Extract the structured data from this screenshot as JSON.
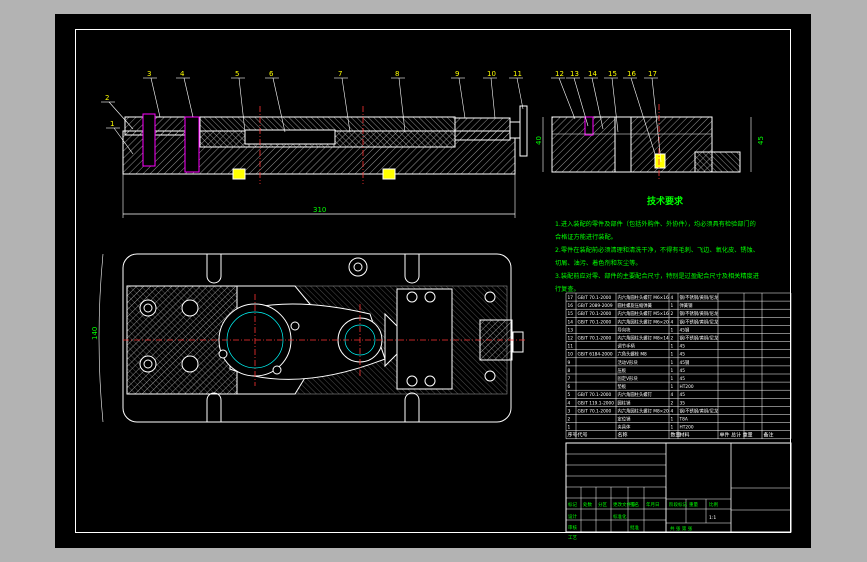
{
  "drawing": {
    "dimensions": {
      "length_top": "310",
      "width_plan": "140",
      "height_side": "40",
      "height_side_right": "45"
    },
    "balloons_left": [
      "1",
      "2",
      "3",
      "4",
      "5",
      "6",
      "7",
      "8",
      "9",
      "10",
      "11"
    ],
    "balloons_right": [
      "12",
      "13",
      "14",
      "15",
      "16",
      "17"
    ]
  },
  "notes": {
    "title": "技术要求",
    "lines": [
      "1.进入装配的零件及部件（包括外购件、外协件），均必须具有检验部门的",
      "合格证方能进行装配。",
      "2.零件在装配前必须清理和清洗干净，不得有毛刺、飞边、氧化皮、锈蚀、",
      "切屑、油污、着色剂和灰尘等。",
      "3.装配前应对零、部件的主要配合尺寸，特别是过盈配合尺寸及相关精度进",
      "行复查。"
    ]
  },
  "bom": {
    "rows": [
      [
        "17",
        "GB/T 70.1-2000",
        "内六角圆柱头螺钉 M6×16",
        "4",
        "钢/不锈钢/黄铜/尼龙",
        "",
        ""
      ],
      [
        "16",
        "GB/T 2089-2009",
        "圆柱螺旋压缩弹簧",
        "1",
        "弹簧钢",
        "",
        ""
      ],
      [
        "15",
        "GB/T 70.1-2000",
        "内六角圆柱头螺钉 M5×16",
        "2",
        "钢/不锈钢/黄铜/尼龙",
        "",
        ""
      ],
      [
        "14",
        "GB/T 70.1-2000",
        "内六角圆柱头螺钉 M6×20",
        "4",
        "钢/不锈钢/黄铜/尼龙",
        "",
        ""
      ],
      [
        "13",
        "",
        "导向块",
        "1",
        "45钢",
        "",
        ""
      ],
      [
        "12",
        "GB/T 70.1-2000",
        "内六角圆柱头螺钉 M8×14",
        "2",
        "钢/不锈钢/黄铜/尼龙",
        "",
        ""
      ],
      [
        "11",
        "",
        "调节手柄",
        "1",
        "45",
        "",
        ""
      ],
      [
        "10",
        "GB/T 6184-2000",
        "六角头螺栓 M8",
        "1",
        "45",
        "",
        ""
      ],
      [
        "9",
        "",
        "活动V形块",
        "1",
        "45钢",
        "",
        ""
      ],
      [
        "8",
        "",
        "压板",
        "1",
        "45",
        "",
        ""
      ],
      [
        "7",
        "",
        "固定V形块",
        "1",
        "45",
        "",
        ""
      ],
      [
        "6",
        "",
        "垫板",
        "1",
        "HT200",
        "",
        ""
      ],
      [
        "5",
        "GB/T 70.1-2000",
        "内六角圆柱头螺钉",
        "4",
        "45",
        "",
        ""
      ],
      [
        "4",
        "GB/T 119.1-2000",
        "圆柱销",
        "2",
        "35",
        "",
        ""
      ],
      [
        "3",
        "GB/T 70.1-2000",
        "内六角圆柱头螺钉 M8×20",
        "4",
        "钢/不锈钢/黄铜/尼龙",
        "",
        ""
      ],
      [
        "2",
        "",
        "定位销",
        "1",
        "T8A",
        "",
        ""
      ],
      [
        "1",
        "",
        "夹具体",
        "1",
        "HT200",
        "",
        ""
      ]
    ],
    "header": {
      "no": "序号",
      "code": "代号",
      "name": "名称",
      "qty": "数量",
      "material": "材料",
      "weight": "单件 总计 重量",
      "remark": "备注"
    }
  },
  "title_block": {
    "labels": [
      "标记",
      "处数",
      "分区",
      "更改文件号",
      "签名",
      "年月日",
      "设计",
      "标准化",
      "审核",
      "工艺",
      "批准"
    ],
    "stage": "阶段标记",
    "weight": "重量",
    "scale": "比例",
    "sheet": "共  张  第  张",
    "scale_value": "1:1"
  }
}
